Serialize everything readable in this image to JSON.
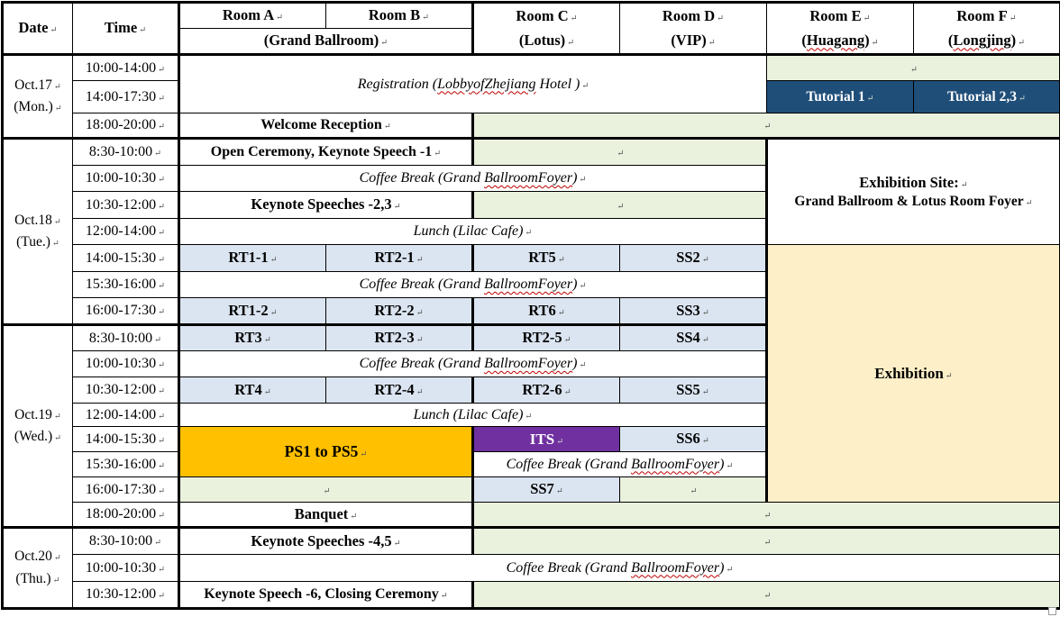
{
  "document_title": "Conference Program Schedule Table",
  "header": {
    "date": "Date",
    "time": "Time",
    "room_a": "Room A",
    "room_b": "Room B",
    "room_ab_sub": "(Grand Ballroom)",
    "room_c": "Room C",
    "room_c_sub": "(Lotus)",
    "room_d": "Room D",
    "room_d_sub": "(VIP)",
    "room_e": "Room E",
    "room_e_sub_pre": "(",
    "room_e_word": "Huagang",
    "room_e_sub_post": ")",
    "room_f": "Room F",
    "room_f_sub_pre": "(",
    "room_f_word": "Longjing",
    "room_f_sub_post": ")"
  },
  "days": [
    {
      "date": "Oct.17",
      "weekday": "(Mon.)",
      "times": [
        "10:00-14:00",
        "14:00-17:30",
        "18:00-20:00"
      ]
    },
    {
      "date": "Oct.18",
      "weekday": "(Tue.)",
      "times": [
        "8:30-10:00",
        "10:00-10:30",
        "10:30-12:00",
        "12:00-14:00",
        "14:00-15:30",
        "15:30-16:00",
        "16:00-17:30"
      ]
    },
    {
      "date": "Oct.19",
      "weekday": "(Wed.)",
      "times": [
        "8:30-10:00",
        "10:00-10:30",
        "10:30-12:00",
        "12:00-14:00",
        "14:00-15:30",
        "15:30-16:00",
        "16:00-17:30",
        "18:00-20:00"
      ]
    },
    {
      "date": "Oct.20",
      "weekday": "(Thu.)",
      "times": [
        "8:30-10:00",
        "10:00-10:30",
        "10:30-12:00"
      ]
    }
  ],
  "events": {
    "registration_pre": "Registration (",
    "registration_word": "LobbyofZhejiang",
    "registration_post": " Hotel )",
    "tutorial_1": "Tutorial 1",
    "tutorial_23": "Tutorial 2,3",
    "welcome_reception": "Welcome Reception",
    "open_ceremony": "Open Ceremony, Keynote Speech -1",
    "coffee_pre": "Coffee Break (Grand ",
    "coffee_word": "BallroomFoyer",
    "coffee_post": ")",
    "keynote_23": "Keynote Speeches -2,3",
    "lunch": "Lunch (Lilac Cafe)",
    "exhibition_site_line1": "Exhibition Site:",
    "exhibition_site_line2": "Grand Ballroom & Lotus Room Foyer",
    "exhibition": "Exhibition",
    "ps": "PS1 to PS5",
    "its": "ITS",
    "banquet": "Banquet",
    "keynote_45": "Keynote Speeches -4,5",
    "keynote_6_closing": "Keynote Speech -6, Closing Ceremony"
  },
  "sessions": {
    "rt1_1": "RT1-1",
    "rt2_1": "RT2-1",
    "rt5": "RT5",
    "ss2": "SS2",
    "rt1_2": "RT1-2",
    "rt2_2": "RT2-2",
    "rt6": "RT6",
    "ss3": "SS3",
    "rt3": "RT3",
    "rt2_3": "RT2-3",
    "rt2_5": "RT2-5",
    "ss4": "SS4",
    "rt4": "RT4",
    "rt2_4": "RT2-4",
    "rt2_6": "RT2-6",
    "ss5": "SS5",
    "ss6": "SS6",
    "ss7": "SS7"
  },
  "colors": {
    "pale_green": "#EAF1DD",
    "pale_blue": "#DBE5F1",
    "navy": "#1F4E79",
    "orange": "#FFC000",
    "purple": "#7030A0",
    "cream": "#FDEFC8",
    "spellcheck_red": "#C00000",
    "border": "#000000"
  },
  "marks": {
    "pilcrow": "↵"
  }
}
